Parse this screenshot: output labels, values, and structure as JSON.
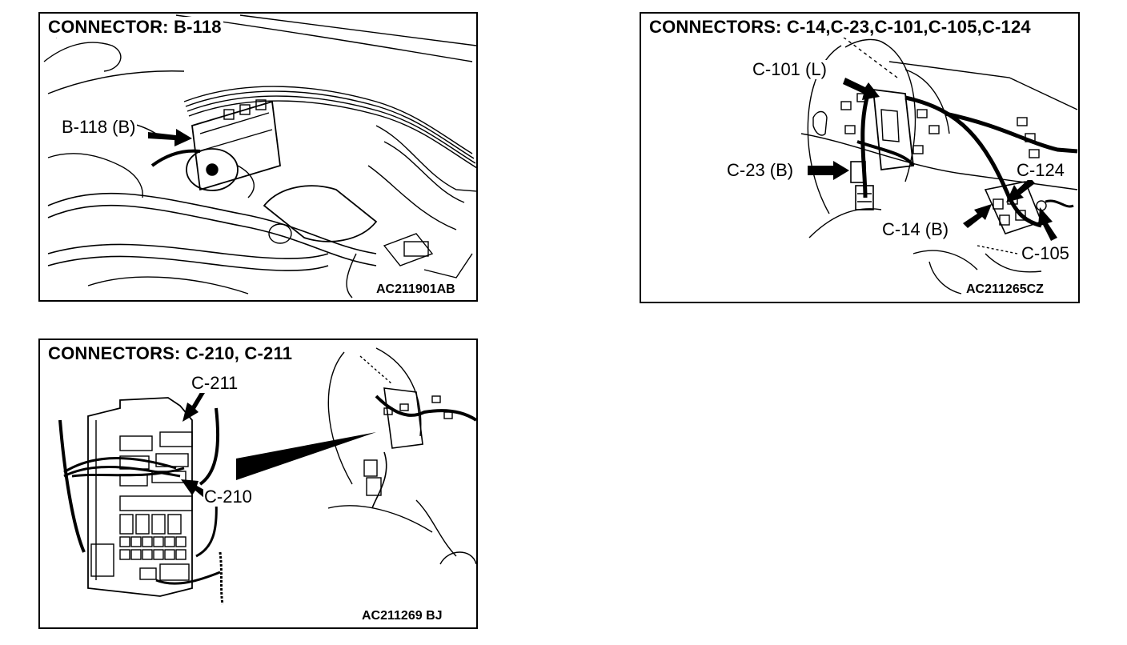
{
  "panels": [
    {
      "title": "CONNECTOR: B-118",
      "callouts": [
        "B-118 (B)"
      ],
      "code": "AC211901AB"
    },
    {
      "title": "CONNECTORS: C-14,C-23,C-101,C-105,C-124",
      "callouts": [
        "C-101 (L)",
        "C-23 (B)",
        "C-124",
        "C-14 (B)",
        "C-105"
      ],
      "code": "AC211265CZ"
    },
    {
      "title": "CONNECTORS: C-210, C-211",
      "callouts": [
        "C-211",
        "C-210"
      ],
      "code": "AC211269 BJ"
    }
  ]
}
